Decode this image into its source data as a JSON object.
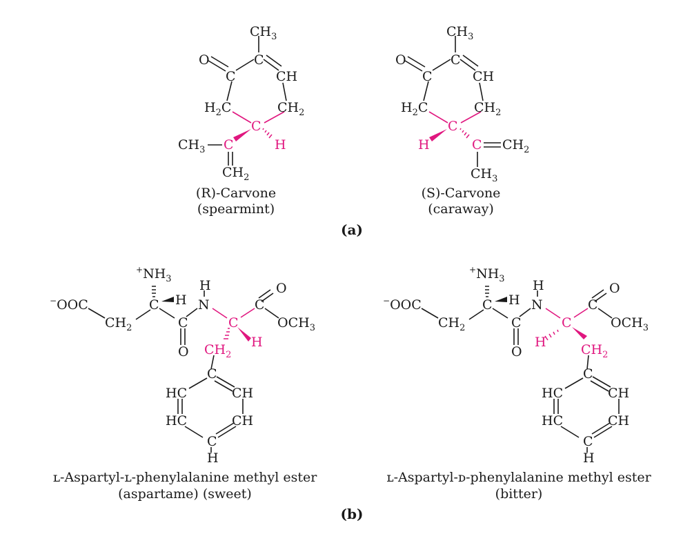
{
  "part_labels": {
    "a": "(a)",
    "b": "(b)"
  },
  "captions": {
    "r_carvone_name": "(R)-Carvone",
    "r_carvone_source": "(spearmint)",
    "s_carvone_name": "(S)-Carvone",
    "s_carvone_source": "(caraway)",
    "ll_name": "L-Aspartyl-L-phenylalanine methyl ester",
    "ll_note": "(aspartame) (sweet)",
    "ld_name": "L-Aspartyl-D-phenylalanine methyl ester",
    "ld_note": "(bitter)"
  },
  "captions_smallcaps": {
    "ll_name": "ʟ-Aspartyl-ʟ-phenylalanine methyl ester",
    "ld_name": "ʟ-Aspartyl-ᴅ-phenylalanine methyl ester"
  },
  "atoms": {
    "C": "C",
    "H": "H",
    "O": "O",
    "N": "N",
    "CH": "CH",
    "HC": "HC",
    "CH3": "CH",
    "CH2": "CH",
    "H2C_pre": "H",
    "H2C_post": "C",
    "NH3": "NH",
    "OOC": "OOC",
    "OCH3": "OCH",
    "sub2": "2",
    "sub3": "3",
    "plus": "+",
    "minus": "−"
  },
  "colors": {
    "ink": "#1a1a1a",
    "stereocenter": "#e0177f",
    "background": "#ffffff"
  }
}
